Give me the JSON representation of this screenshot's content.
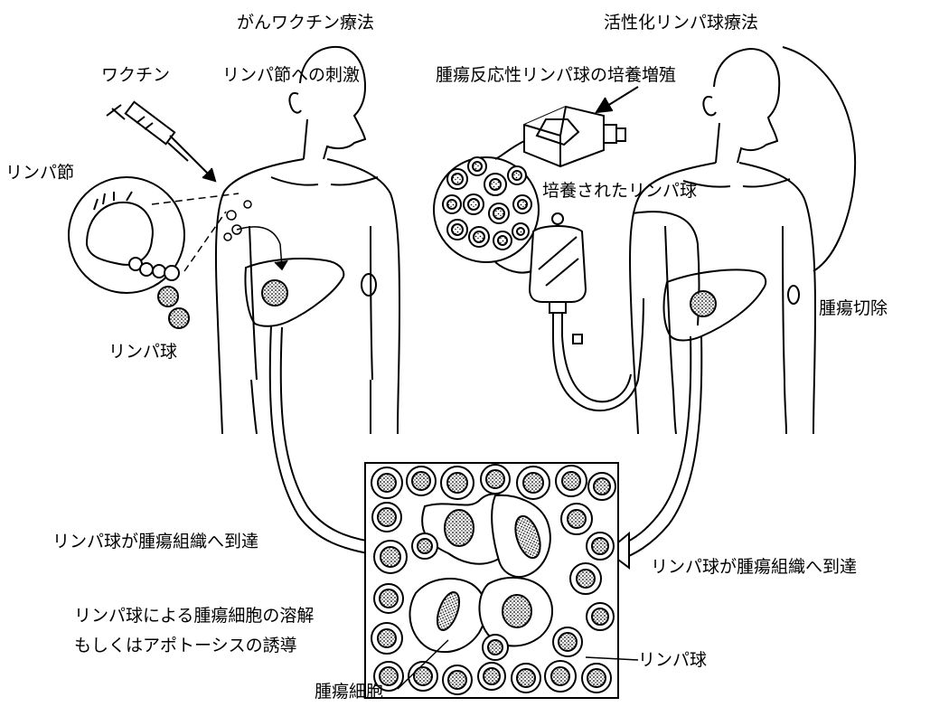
{
  "titles": {
    "left": "がんワクチン療法",
    "right": "活性化リンパ球療法"
  },
  "labels": {
    "vaccine": "ワクチン",
    "lymph_node_stimulation": "リンパ節への刺激",
    "lymph_node": "リンパ節",
    "lymphocyte_left": "リンパ球",
    "culture_expansion": "腫瘍反応性リンパ球の培養増殖",
    "cultured_lymphocytes": "培養されたリンパ球",
    "tumor_resection": "腫瘍切除",
    "reach_left": "リンパ球が腫瘍組織へ到達",
    "reach_right": "リンパ球が腫瘍組織へ到達",
    "lysis_line1": "リンパ球による腫瘍細胞の溶解",
    "lysis_line2": "もしくはアポトーシスの誘導",
    "lymphocyte_bottom": "リンパ球",
    "tumor_cell": "腫瘍細胞"
  }
}
